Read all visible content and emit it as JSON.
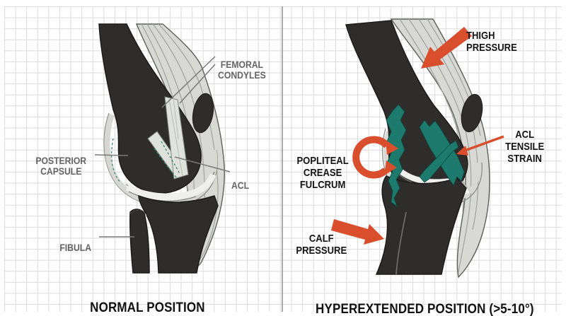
{
  "figure": {
    "description": "Side-by-side anatomical diagram of a knee joint on graph paper",
    "panels": {
      "left": {
        "title": "NORMAL POSITION",
        "labels": {
          "femoral_condyles": "FEMORAL\nCONDYLES",
          "posterior_capsule": "POSTERIOR\nCAPSULE",
          "acl": "ACL",
          "fibula": "FIBULA"
        }
      },
      "right": {
        "title": "HYPEREXTENDED POSITION (>5-10°)",
        "labels": {
          "thigh_pressure": "THIGH\nPRESSURE",
          "popliteal_crease_fulcrum": "POPLITEAL\nCREASE\nFULCRUM",
          "acl_tensile_strain": "ACL\nTENSILE\nSTRAIN",
          "calf_pressure": "CALF\nPRESSURE"
        }
      }
    }
  },
  "colors": {
    "arrow_orange": "#d94e2c",
    "ligament_teal": "#1e7a6d",
    "bone_dark": "#2e2d2b",
    "tendon_grey": "#d8d9d5",
    "tendon_stripe": "#9fa29d",
    "capsule_light": "#d7d8d4",
    "outline_grey": "#8a8d88",
    "leader_grey": "#7a7a7a",
    "label_grey": "#646464",
    "text_black": "#151515",
    "grid_line": "#dcdcdc"
  }
}
